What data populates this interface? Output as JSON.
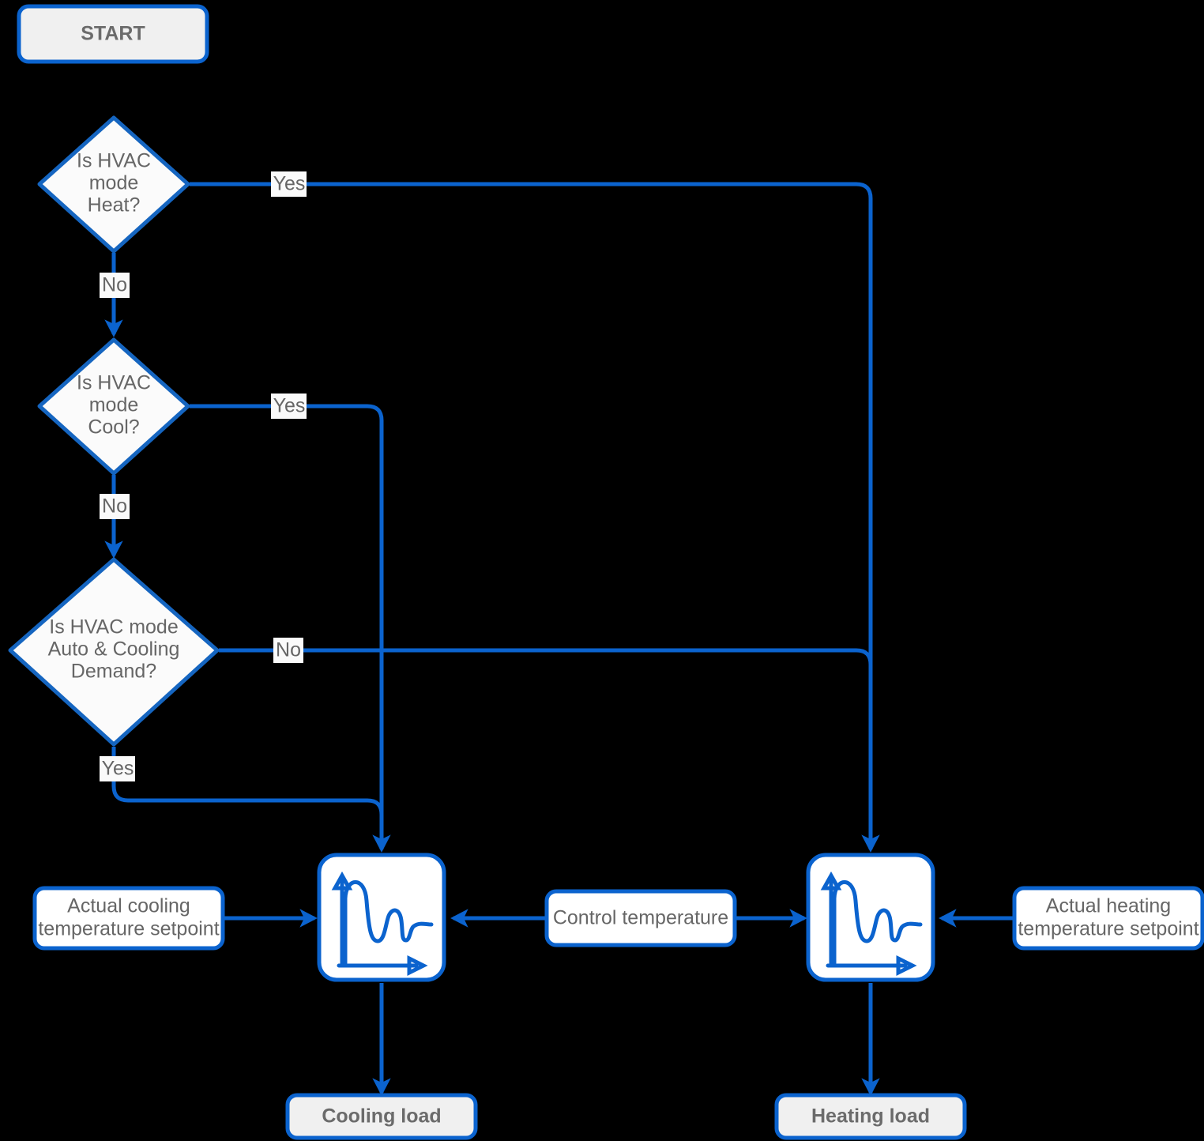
{
  "diagram": {
    "title": "HVAC mode decision flowchart",
    "type": "flowchart",
    "background_color": "#000000",
    "accent_color": "#0b63ce",
    "decision_border_color": "#1565c0",
    "text_color": "#666666",
    "terminator_fill": "#f0f0f0",
    "process_fill": "#ffffff"
  },
  "nodes": {
    "start": {
      "label": "START",
      "shape": "terminator"
    },
    "decision_heat": {
      "label": "Is HVAC mode Heat?",
      "line1": "Is HVAC",
      "line2": "mode",
      "line3": "Heat?",
      "shape": "decision"
    },
    "decision_cool": {
      "label": "Is HVAC mode Cool?",
      "line1": "Is HVAC",
      "line2": "mode",
      "line3": "Cool?",
      "shape": "decision"
    },
    "decision_auto": {
      "label": "Is HVAC mode Auto & Cooling Demand?",
      "line1": "Is HVAC mode",
      "line2": "Auto & Cooling",
      "line3": "Demand?",
      "shape": "decision"
    },
    "cooling_controller": {
      "label": "",
      "icon": "control-response-curve-icon",
      "shape": "process-icon"
    },
    "heating_controller": {
      "label": "",
      "icon": "control-response-curve-icon",
      "shape": "process-icon"
    },
    "cooling_setpoint": {
      "label": "Actual cooling temperature setpoint",
      "line1": "Actual cooling",
      "line2": "temperature setpoint",
      "shape": "process"
    },
    "heating_setpoint": {
      "label": "Actual heating temperature setpoint",
      "line1": "Actual heating",
      "line2": "temperature setpoint",
      "shape": "process"
    },
    "control_temperature": {
      "label": "Control temperature",
      "shape": "process"
    },
    "cooling_load": {
      "label": "Cooling load",
      "shape": "terminator"
    },
    "heating_load": {
      "label": "Heating load",
      "shape": "terminator"
    }
  },
  "edges": [
    {
      "id": "heat-yes",
      "from": "decision_heat",
      "to": "heating_controller",
      "label": "Yes"
    },
    {
      "id": "heat-no",
      "from": "decision_heat",
      "to": "decision_cool",
      "label": "No"
    },
    {
      "id": "cool-yes",
      "from": "decision_cool",
      "to": "cooling_controller",
      "label": "Yes"
    },
    {
      "id": "cool-no",
      "from": "decision_cool",
      "to": "decision_auto",
      "label": "No"
    },
    {
      "id": "auto-no",
      "from": "decision_auto",
      "to": "heating_controller",
      "label": "No"
    },
    {
      "id": "auto-yes",
      "from": "decision_auto",
      "to": "cooling_controller",
      "label": "Yes"
    },
    {
      "id": "cooling-setpoint-in",
      "from": "cooling_setpoint",
      "to": "cooling_controller",
      "label": ""
    },
    {
      "id": "control-temp-to-cooling",
      "from": "control_temperature",
      "to": "cooling_controller",
      "label": ""
    },
    {
      "id": "control-temp-to-heating",
      "from": "control_temperature",
      "to": "heating_controller",
      "label": ""
    },
    {
      "id": "heating-setpoint-in",
      "from": "heating_setpoint",
      "to": "heating_controller",
      "label": ""
    },
    {
      "id": "cooling-out",
      "from": "cooling_controller",
      "to": "cooling_load",
      "label": ""
    },
    {
      "id": "heating-out",
      "from": "heating_controller",
      "to": "heating_load",
      "label": ""
    }
  ]
}
